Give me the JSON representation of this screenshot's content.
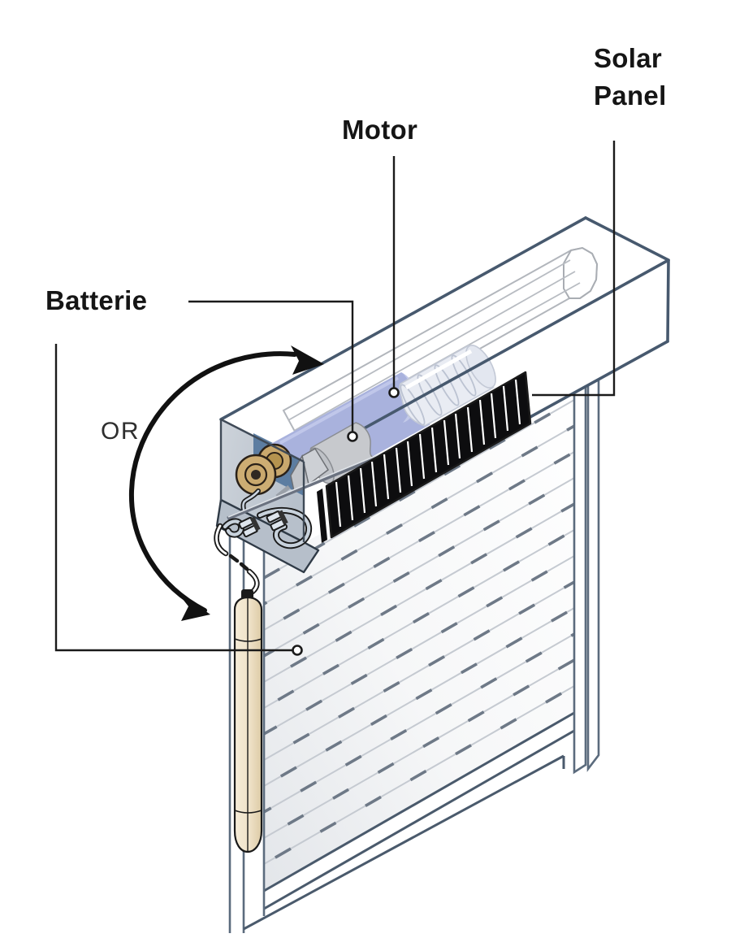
{
  "diagram": {
    "title_hint": "solar powered roller shutter cutaway",
    "labels": {
      "solar_panel": "Solar Panel",
      "motor": "Motor",
      "battery": "Batterie",
      "or": "OR"
    },
    "colors": {
      "outline_steel": "#47596e",
      "motor_tube": "#a9b2dd",
      "interior_blue": "#5c7da1",
      "solar_panel": "#0d0d0f",
      "battery_body": "#f0e4cc",
      "crown_wheel": "#c9a86d",
      "pointer": "#1a1a1a"
    }
  }
}
